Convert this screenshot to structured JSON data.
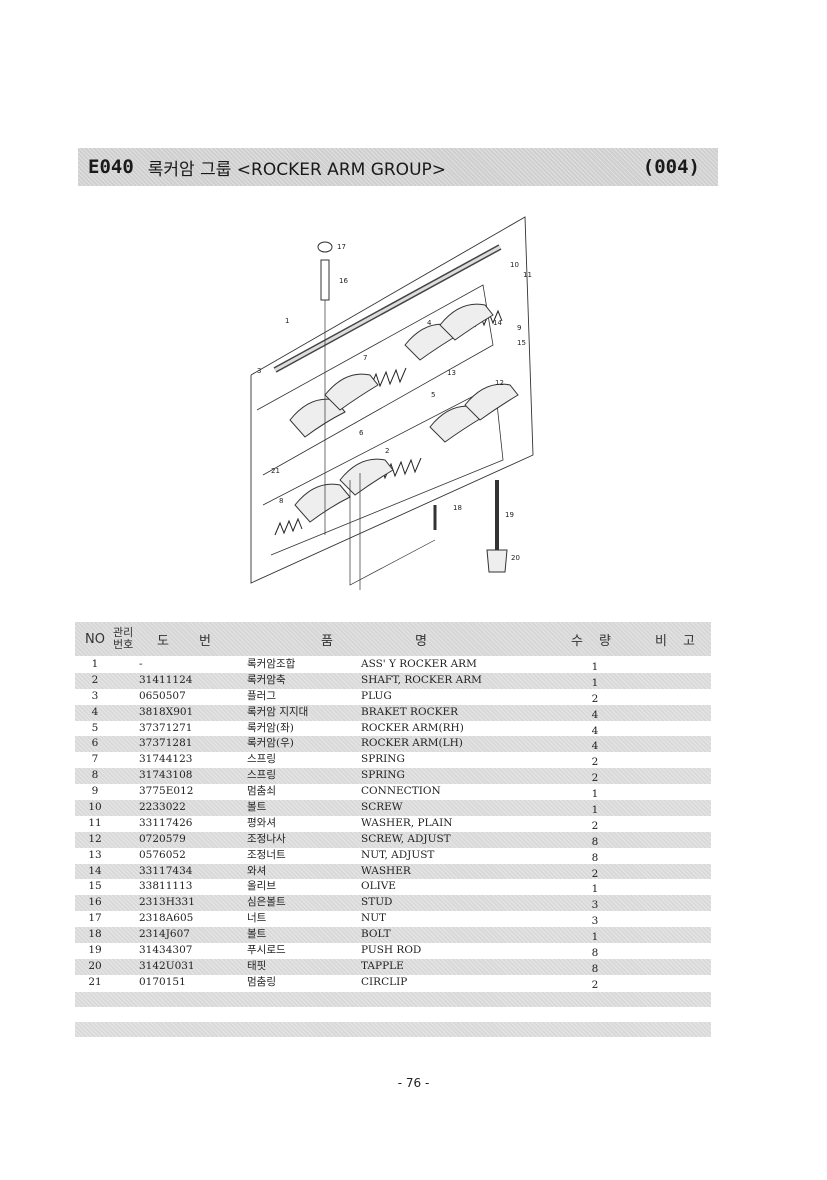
{
  "header": {
    "code": "E040",
    "title": "록커암 그룹 <ROCKER ARM GROUP>",
    "page_code": "(004)"
  },
  "diagram": {
    "callouts": [
      "1",
      "2",
      "3",
      "4",
      "5",
      "6",
      "7",
      "8",
      "9",
      "10",
      "11",
      "12",
      "13",
      "14",
      "15",
      "16",
      "17",
      "18",
      "19",
      "20",
      "21"
    ]
  },
  "table": {
    "headers": {
      "no": "NO",
      "mgmt_top": "관리",
      "mgmt_bottom": "번호",
      "drawing_a": "도",
      "drawing_b": "번",
      "name_a": "품",
      "name_b": "명",
      "qty_a": "수",
      "qty_b": "량",
      "remark_a": "비",
      "remark_b": "고"
    },
    "rows": [
      {
        "no": "1",
        "part": "-",
        "kr": "록커암조합",
        "en": "ASS' Y ROCKER ARM",
        "qty": "1"
      },
      {
        "no": "2",
        "part": "31411124",
        "kr": "록커암축",
        "en": "SHAFT, ROCKER ARM",
        "qty": "1"
      },
      {
        "no": "3",
        "part": "0650507",
        "kr": "플러그",
        "en": "PLUG",
        "qty": "2"
      },
      {
        "no": "4",
        "part": "3818X901",
        "kr": "록커암 지지대",
        "en": "BRAKET ROCKER",
        "qty": "4"
      },
      {
        "no": "5",
        "part": "37371271",
        "kr": "록커암(좌)",
        "en": "ROCKER ARM(RH)",
        "qty": "4"
      },
      {
        "no": "6",
        "part": "37371281",
        "kr": "록커암(우)",
        "en": "ROCKER ARM(LH)",
        "qty": "4"
      },
      {
        "no": "7",
        "part": "31744123",
        "kr": "스프링",
        "en": "SPRING",
        "qty": "2"
      },
      {
        "no": "8",
        "part": "31743108",
        "kr": "스프링",
        "en": "SPRING",
        "qty": "2"
      },
      {
        "no": "9",
        "part": "3775E012",
        "kr": "멈춤쇠",
        "en": "CONNECTION",
        "qty": "1"
      },
      {
        "no": "10",
        "part": "2233022",
        "kr": "볼트",
        "en": "SCREW",
        "qty": "1"
      },
      {
        "no": "11",
        "part": "33117426",
        "kr": "평와셔",
        "en": "WASHER, PLAIN",
        "qty": "2"
      },
      {
        "no": "12",
        "part": "0720579",
        "kr": "조정나사",
        "en": "SCREW, ADJUST",
        "qty": "8"
      },
      {
        "no": "13",
        "part": "0576052",
        "kr": "조정너트",
        "en": "NUT, ADJUST",
        "qty": "8"
      },
      {
        "no": "14",
        "part": "33117434",
        "kr": "와셔",
        "en": "WASHER",
        "qty": "2"
      },
      {
        "no": "15",
        "part": "33811113",
        "kr": "올리브",
        "en": "OLIVE",
        "qty": "1"
      },
      {
        "no": "16",
        "part": "2313H331",
        "kr": "심은볼트",
        "en": "STUD",
        "qty": "3"
      },
      {
        "no": "17",
        "part": "2318A605",
        "kr": "너트",
        "en": "NUT",
        "qty": "3"
      },
      {
        "no": "18",
        "part": "2314J607",
        "kr": "볼트",
        "en": "BOLT",
        "qty": "1"
      },
      {
        "no": "19",
        "part": "31434307",
        "kr": "푸시로드",
        "en": "PUSH ROD",
        "qty": "8"
      },
      {
        "no": "20",
        "part": "3142U031",
        "kr": "태핏",
        "en": "TAPPLE",
        "qty": "8"
      },
      {
        "no": "21",
        "part": "0170151",
        "kr": "멈춤링",
        "en": "CIRCLIP",
        "qty": "2"
      }
    ]
  },
  "footer": {
    "page_number": "- 76 -"
  }
}
